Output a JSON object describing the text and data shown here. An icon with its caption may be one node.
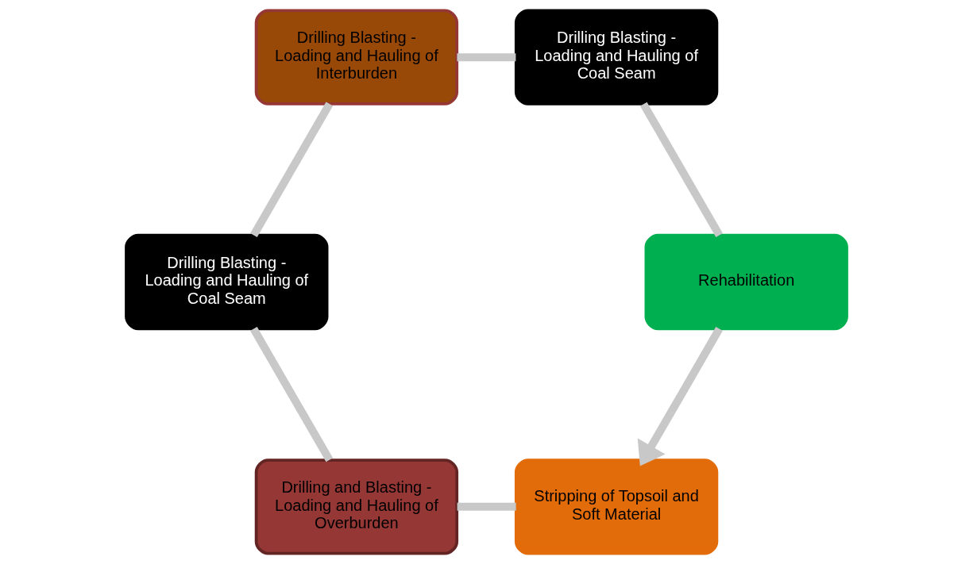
{
  "diagram": {
    "nodes": [
      {
        "text": [
          "Stripping of Topsoil and Soft Material"
        ]
      },
      {
        "text": [
          "Drilling and Blasting - Loading and Hauling of Overburden"
        ]
      },
      {
        "text": [
          "Drilling Blasting - Loading and Hauling of Coal Seam"
        ]
      },
      {
        "text": [
          "Drilling Blasting - Loading and Hauling of Interburden"
        ]
      },
      {
        "text": [
          "Drilling Blasting - Loading and Hauling of Coal Seam"
        ]
      },
      {
        "text": [
          "Rehabilitation"
        ]
      }
    ],
    "edges": [
      {
        "from": 0,
        "to": 1,
        "arrow": "none"
      },
      {
        "from": 1,
        "to": 2,
        "arrow": "none"
      },
      {
        "from": 2,
        "to": 3,
        "arrow": "none"
      },
      {
        "from": 3,
        "to": 4,
        "arrow": "none"
      },
      {
        "from": 4,
        "to": 5,
        "arrow": "none"
      },
      {
        "from": 5,
        "to": 0,
        "arrow": "to"
      }
    ]
  }
}
